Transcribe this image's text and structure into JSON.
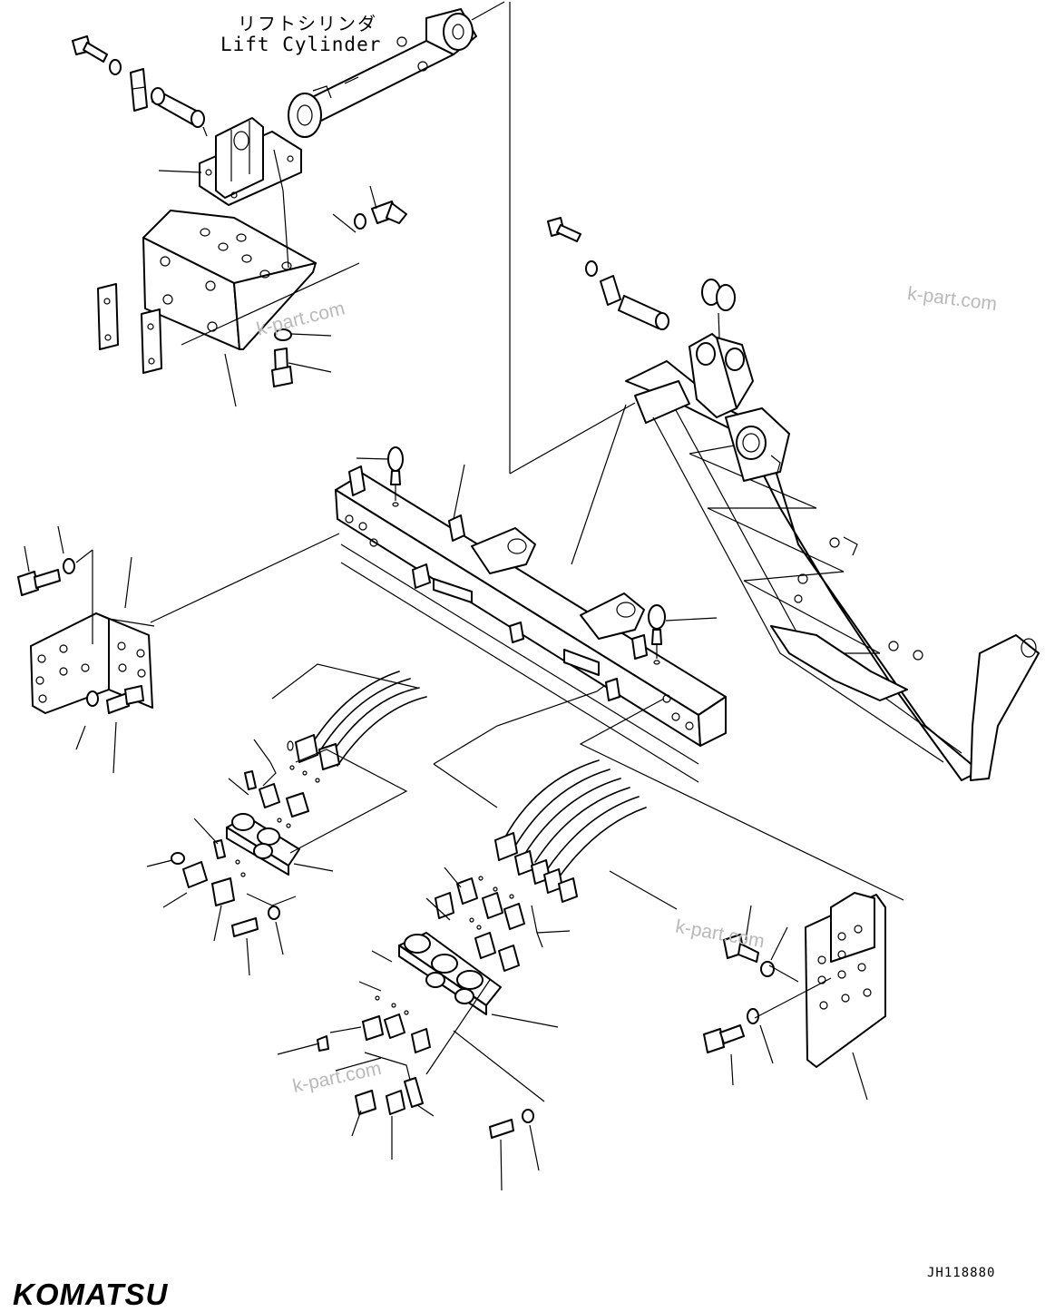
{
  "labels": {
    "lift_cylinder_jp": "リフトシリンダ",
    "lift_cylinder_en": "Lift Cylinder"
  },
  "watermarks": [
    "k-part.com",
    "k-part.com",
    "k-part.com",
    "k-part.com"
  ],
  "drawing_code": "JH118880",
  "brand": "KOMATSU"
}
